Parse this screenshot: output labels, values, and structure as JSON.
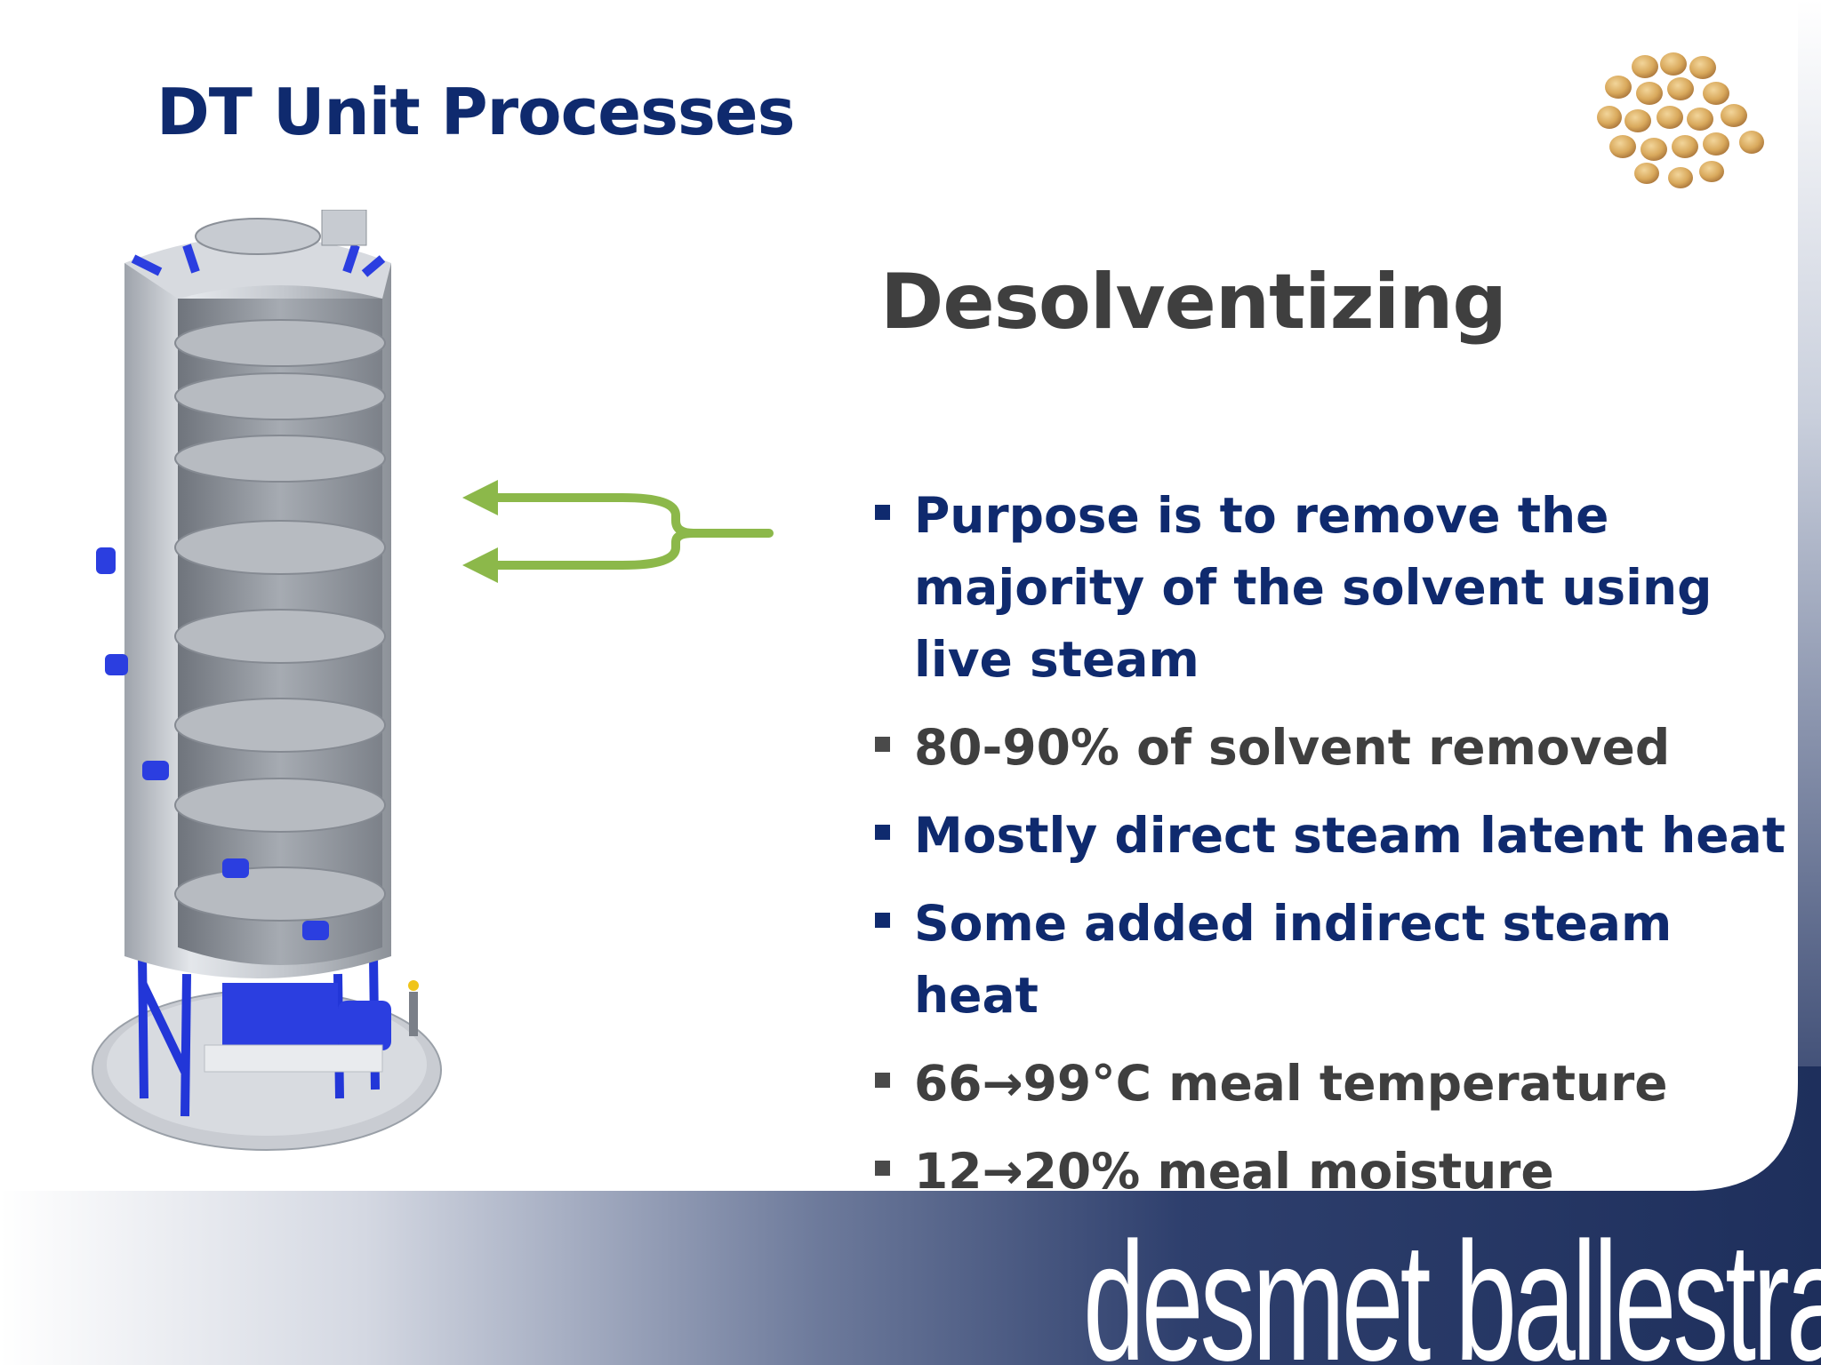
{
  "slide": {
    "title": "DT Unit Processes",
    "subtitle": "Desolventizing",
    "bullets": [
      {
        "text": "Purpose is to remove the majority of the solvent using live steam",
        "color": "#0f2a6e"
      },
      {
        "text": "80-90% of solvent removed",
        "color": "#3f3f3f"
      },
      {
        "text": "Mostly direct steam latent heat",
        "color": "#0f2a6e"
      },
      {
        "text": "Some added indirect steam heat",
        "color": "#0f2a6e"
      },
      {
        "text": "66→99°C meal temperature",
        "color": "#3f3f3f"
      },
      {
        "text": "12→20% meal moisture",
        "color": "#3f3f3f"
      }
    ],
    "brand": "desmet ballestra"
  },
  "colors": {
    "navy": "#0f2a6e",
    "gray": "#3f3f3f",
    "arrow_green": "#8cb84a",
    "accent_blue": "#2b3ee0"
  },
  "images": {
    "tower": "desolventizer-toaster-illustration",
    "beans": "soybeans-image",
    "arrows": "green-double-arrow"
  }
}
